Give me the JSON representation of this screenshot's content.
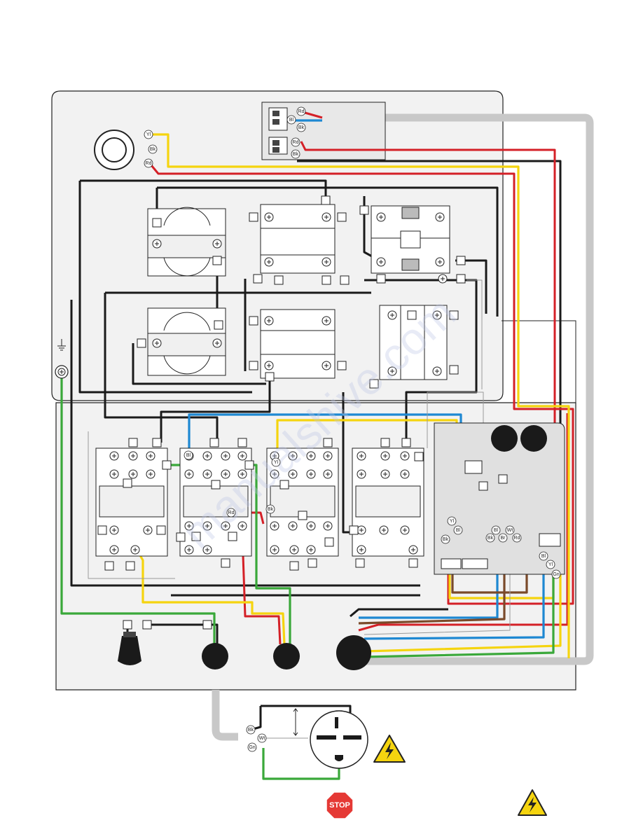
{
  "wire_labels": {
    "rd": "Rd",
    "bl": "Bl",
    "bk": "Bk",
    "yl": "Yl",
    "wt": "Wt",
    "br": "Br",
    "gn": "Gn"
  },
  "stop_sign": "STOP",
  "watermark": "manualshive.com",
  "colors": {
    "panel": "#f2f2f2",
    "red": "#d42027",
    "blue": "#1e88d2",
    "yellow": "#f5d40f",
    "green": "#3aa83a",
    "brown": "#7a4a2a",
    "black": "#1a1a1a",
    "conduit": "#c8c8c8",
    "warning": "#f5d40f",
    "stop": "#e53935"
  },
  "icons": [
    "ground-symbol-icon",
    "warning-triangle-icon",
    "stop-sign-icon",
    "knob-icon",
    "plug-icon"
  ]
}
